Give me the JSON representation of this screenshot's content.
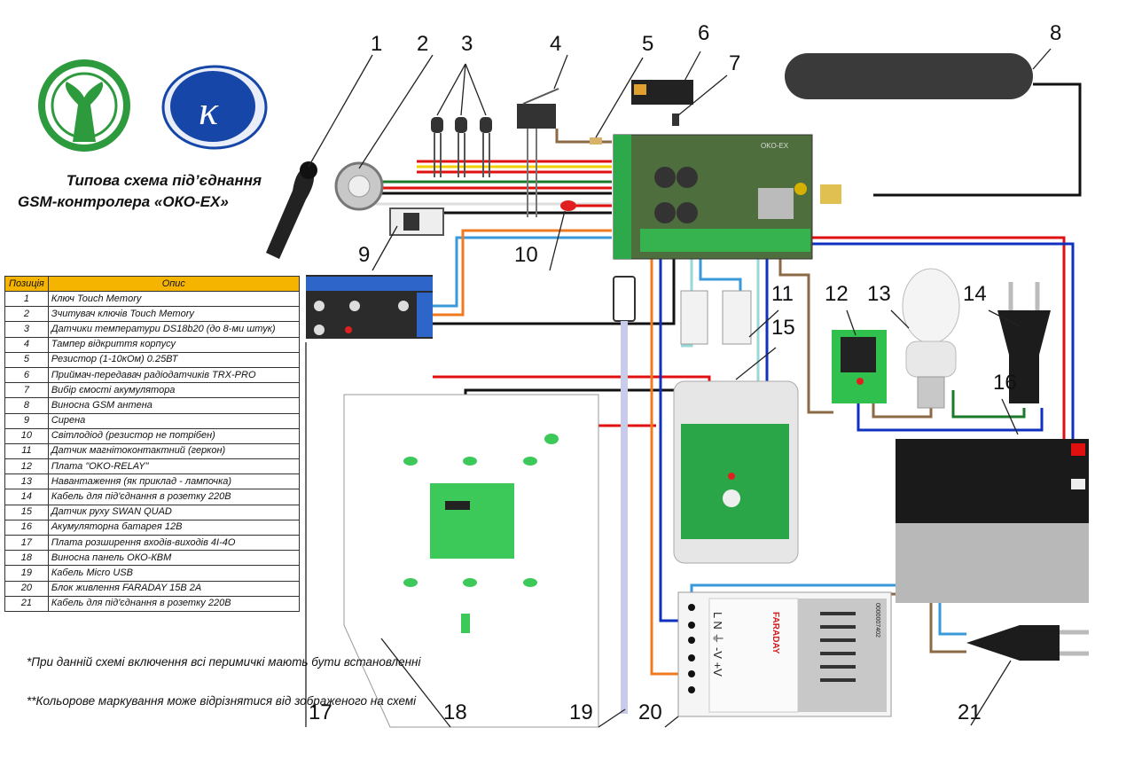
{
  "title": {
    "line1": "Типова схема під’єднання",
    "line2": "GSM-контролера «ОКО-ЕХ»"
  },
  "logos": [
    {
      "name": "tree-logo",
      "color": "#2e9a3e"
    },
    {
      "name": "k-logo",
      "text": "K",
      "color": "#1646a8"
    }
  ],
  "legend": {
    "headers": [
      "Позиція",
      "Опис"
    ],
    "header_color": "#f5b400",
    "rows": [
      {
        "pos": "1",
        "desc": "Ключ Touch Memory"
      },
      {
        "pos": "2",
        "desc": "Зчитувач ключів  Touch Memory"
      },
      {
        "pos": "3",
        "desc": "Датчики температури DS18b20 (до 8-ми штук)"
      },
      {
        "pos": "4",
        "desc": "Тампер відкриття корпусу"
      },
      {
        "pos": "5",
        "desc": "Резистор  (1-10кОм) 0.25ВТ"
      },
      {
        "pos": "6",
        "desc": "Приймач-передавач радіодатчиків TRX-PRO"
      },
      {
        "pos": "7",
        "desc": "Вибір ємості акумулятора"
      },
      {
        "pos": "8",
        "desc": "Виносна GSM антена"
      },
      {
        "pos": "9",
        "desc": "Сирена"
      },
      {
        "pos": "10",
        "desc": "Світлодіод (резистор не потрібен)"
      },
      {
        "pos": "11",
        "desc": "Датчик магнітоконтактний (геркон)"
      },
      {
        "pos": "12",
        "desc": "Плата \"OKO-RELAY\""
      },
      {
        "pos": "13",
        "desc": "Навантаження (як приклад - лампочка)"
      },
      {
        "pos": "14",
        "desc": "Кабель для під'єднання в розетку 220В"
      },
      {
        "pos": "15",
        "desc": "Датчик руху SWAN QUAD"
      },
      {
        "pos": "16",
        "desc": "Акумуляторна батарея 12В"
      },
      {
        "pos": "17",
        "desc": "Плата розширення входів-виходів 4I-4O"
      },
      {
        "pos": "18",
        "desc": "Виносна панель ОКО-КВМ"
      },
      {
        "pos": "19",
        "desc": "Кабель Micro USB"
      },
      {
        "pos": "20",
        "desc": "Блок живлення FARADAY 15В 2А"
      },
      {
        "pos": "21",
        "desc": "Кабель для під'єднання в розетку 220В"
      }
    ]
  },
  "notes": [
    "*При данній схемі включення всі перимичкі мають бути встановленні",
    "**Кольорове маркування може відрізнятися від зображеного на схемі"
  ],
  "callouts": [
    "1",
    "2",
    "3",
    "4",
    "5",
    "6",
    "7",
    "8",
    "9",
    "10",
    "11",
    "12",
    "13",
    "14",
    "15",
    "16",
    "17",
    "18",
    "19",
    "20",
    "21"
  ],
  "board_label": "OKO-EX",
  "psu": {
    "brand": "FARADAY",
    "serial": "0000007402",
    "terminals": "L N ⏚ -V +V"
  },
  "wire_colors": {
    "red": "#e01010",
    "black": "#111111",
    "blue": "#1030c0",
    "lightblue": "#3a9ad9",
    "orange": "#f07a20",
    "brown": "#8b6a45",
    "green": "#1a7a2a",
    "yellow": "#f0d000",
    "white": "#dddddd"
  }
}
